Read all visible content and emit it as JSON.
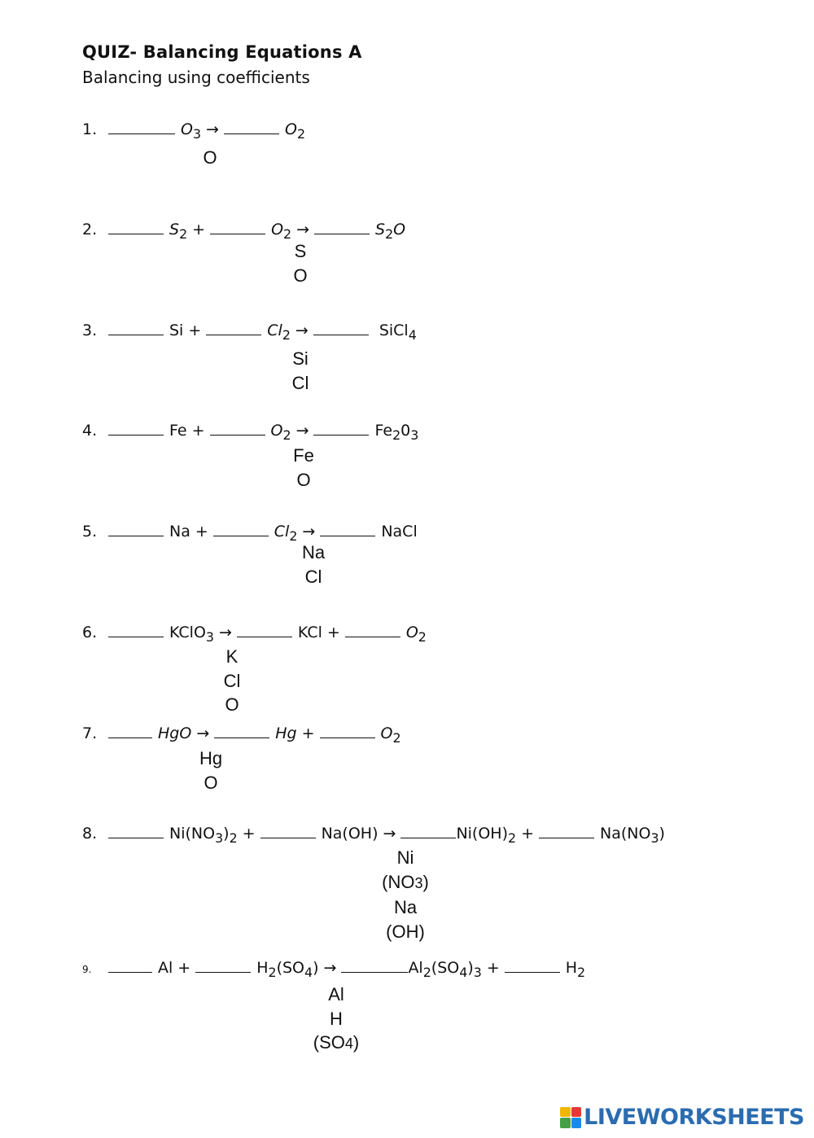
{
  "header": {
    "title": "QUIZ- Balancing Equations A",
    "subtitle": "Balancing using coefficients"
  },
  "questions": [
    {
      "num": "1.",
      "eq": [
        "O",
        "3",
        " → ",
        "O",
        "2"
      ],
      "tally": [
        "O"
      ]
    },
    {
      "num": "2.",
      "tally": [
        "S",
        "O"
      ]
    },
    {
      "num": "3.",
      "tally": [
        "Si",
        "Cl"
      ]
    },
    {
      "num": "4.",
      "tally": [
        "Fe",
        "O"
      ]
    },
    {
      "num": "5.",
      "tally": [
        "Na",
        "Cl"
      ]
    },
    {
      "num": "6.",
      "tally": [
        "K",
        "Cl",
        "O"
      ]
    },
    {
      "num": "7.",
      "tally": [
        "Hg",
        "O"
      ]
    },
    {
      "num": "8.",
      "tally": [
        "Ni",
        "(NO",
        "3",
        ")",
        "Na",
        "(OH)"
      ]
    },
    {
      "num": "9.",
      "tally": [
        "Al",
        "H",
        "(SO",
        "4",
        ")"
      ]
    }
  ],
  "equations": {
    "q1": {
      "a": "O",
      "a_sub": "3",
      "arrow": "→",
      "b": "O",
      "b_sub": "2"
    },
    "q2": {
      "a": "S",
      "a_sub": "2",
      "plus": "+",
      "b": "O",
      "b_sub": "2",
      "arrow": "→",
      "c": "S",
      "c_sub": "2",
      "c_tail": "O"
    },
    "q3": {
      "a": "Si",
      "plus": "+",
      "b": "Cl",
      "b_sub": "2",
      "arrow": "→",
      "c": "SiCl",
      "c_sub": "4"
    },
    "q4": {
      "a": "Fe",
      "plus": "+",
      "b": "O",
      "b_sub": "2",
      "arrow": "→",
      "c": "Fe",
      "c_sub1": "2",
      "c_mid": "0",
      "c_sub2": "3"
    },
    "q5": {
      "a": "Na",
      "plus": "+",
      "b": "Cl",
      "b_sub": "2",
      "arrow": "→",
      "c": "NaCl"
    },
    "q6": {
      "a": "KClO",
      "a_sub": "3",
      "arrow": "→",
      "b": "KCl",
      "plus": "+",
      "c": "O",
      "c_sub": "2"
    },
    "q7": {
      "a": "HgO",
      "arrow": "→",
      "b": "Hg",
      "plus": "+",
      "c": "O",
      "c_sub": "2"
    },
    "q8": {
      "a": "Ni(NO",
      "a_sub1": "3",
      "a_mid": ")",
      "a_sub2": "2",
      "plus1": "+",
      "b": "Na(OH)",
      "arrow": "→",
      "c": "Ni(OH)",
      "c_sub": "2",
      "plus2": "+",
      "d": "Na(NO",
      "d_sub": "3",
      "d_tail": ")"
    },
    "q9": {
      "a": "Al",
      "plus1": "+",
      "b": "H",
      "b_sub1": "2",
      "b_mid": "(SO",
      "b_sub2": "4",
      "b_tail": ")",
      "arrow": "→",
      "c": "Al",
      "c_sub1": "2",
      "c_mid": "(SO",
      "c_sub2": "4",
      "c_mid2": ")",
      "c_sub3": "3",
      "plus2": "+",
      "d": "H",
      "d_sub": "2"
    }
  },
  "tallies": {
    "q1": [
      "O"
    ],
    "q2": [
      "S",
      "O"
    ],
    "q3": [
      "Si",
      "Cl"
    ],
    "q4": [
      "Fe",
      "O"
    ],
    "q5": [
      "Na",
      "Cl"
    ],
    "q6": [
      "K",
      "Cl",
      "O"
    ],
    "q7": [
      "Hg",
      "O"
    ],
    "q8": {
      "l1": "Ni",
      "l2a": "(NO",
      "l2b": "3",
      "l2c": ")",
      "l3": "Na",
      "l4": "(OH)"
    },
    "q9": {
      "l1": "Al",
      "l2": "H",
      "l3a": "(SO",
      "l3b": "4",
      "l3c": ")"
    }
  },
  "brand": {
    "text": "LIVEWORKSHEETS",
    "colors": {
      "text": "#2b6cb0",
      "sq1": "#f2b705",
      "sq2": "#e53935",
      "sq3": "#43a047",
      "sq4": "#1e88e5"
    }
  }
}
